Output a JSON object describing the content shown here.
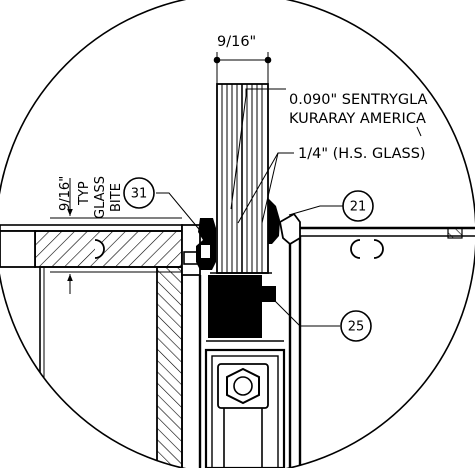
{
  "dimensions": {
    "glass_width": "9/16\"",
    "glass_bite_value": "9/16\"",
    "glass_bite_typ": "TYP",
    "glass_bite_word1": "GLASS",
    "glass_bite_word2": "BITE"
  },
  "notes": {
    "interlayer_line1": "0.090\" SENTRYGLA",
    "interlayer_line2": "KURARAY AMERICA",
    "glass_spec": "1/4\" (H.S. GLASS)"
  },
  "callouts": {
    "left_gasket": "31",
    "right_gasket": "21",
    "setting_block": "25"
  },
  "colors": {
    "line": "#000000",
    "background": "#ffffff"
  }
}
